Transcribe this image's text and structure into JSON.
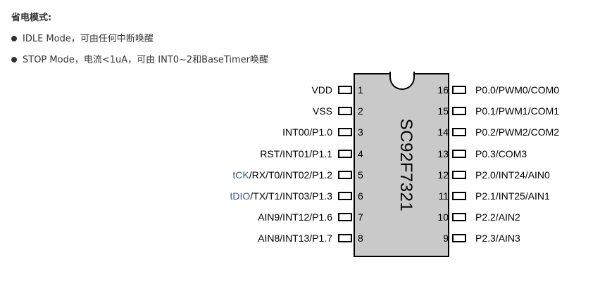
{
  "heading": "省电模式:",
  "bullets": [
    "IDLE Mode，可由任何中断唤醒",
    "STOP Mode，电流<1uA，可由 INT0~2和BaseTimer唤醒"
  ],
  "chip": {
    "name": "SC92F7321",
    "left_pins": [
      {
        "num": "1",
        "prefix": "",
        "label": "VDD"
      },
      {
        "num": "2",
        "prefix": "",
        "label": "VSS"
      },
      {
        "num": "3",
        "prefix": "",
        "label": "INT00/P1.0"
      },
      {
        "num": "4",
        "prefix": "",
        "label": "RST/INT01/P1.1"
      },
      {
        "num": "5",
        "prefix": "tCK",
        "label": "/RX/T0/INT02/P1.2"
      },
      {
        "num": "6",
        "prefix": "tDIO",
        "label": "/TX/T1/INT03/P1.3"
      },
      {
        "num": "7",
        "prefix": "",
        "label": "AIN9/INT12/P1.6"
      },
      {
        "num": "8",
        "prefix": "",
        "label": "AIN8/INT13/P1.7"
      }
    ],
    "right_pins": [
      {
        "num": "16",
        "label": "P0.0/PWM0/COM0"
      },
      {
        "num": "15",
        "label": "P0.1/PWM1/COM1"
      },
      {
        "num": "14",
        "label": "P0.2/PWM2/COM2"
      },
      {
        "num": "13",
        "label": "P0.3/COM3"
      },
      {
        "num": "12",
        "label": "P2.0/INT24/AIN0"
      },
      {
        "num": "11",
        "label": "P2.1/INT25/AIN1"
      },
      {
        "num": "10",
        "label": "P2.2/AIN2"
      },
      {
        "num": "9",
        "label": "P2.3/AIN3"
      }
    ]
  }
}
